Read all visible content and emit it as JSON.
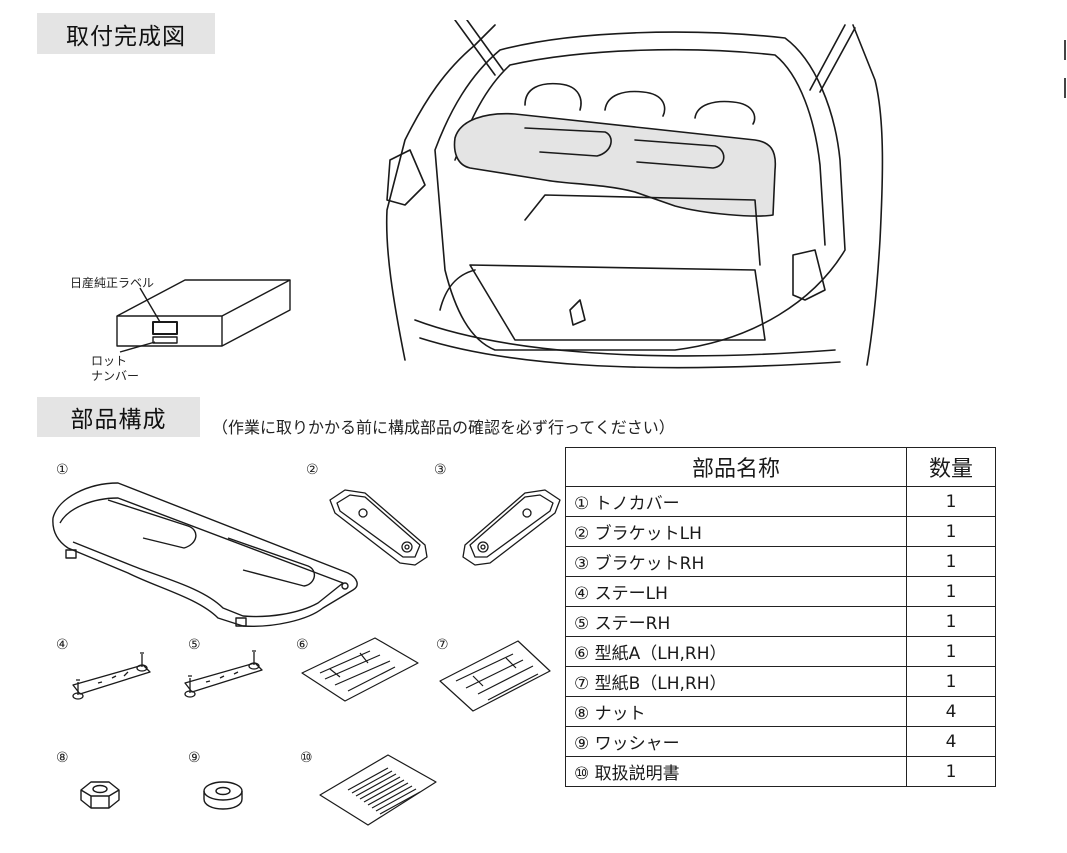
{
  "sections": {
    "install_title": "取付完成図",
    "parts_title": "部品構成",
    "parts_note": "（作業に取りかかる前に構成部品の確認を必ず行ってください）"
  },
  "callouts": {
    "nissan_label": "日産純正ラベル",
    "lot_number_line1": "ロット",
    "lot_number_line2": "ナンバー"
  },
  "part_numbers": [
    "①",
    "②",
    "③",
    "④",
    "⑤",
    "⑥",
    "⑦",
    "⑧",
    "⑨",
    "⑩"
  ],
  "table": {
    "header_name": "部品名称",
    "header_qty": "数量",
    "rows": [
      {
        "name": "① トノカバー",
        "qty": "1"
      },
      {
        "name": "② ブラケットLH",
        "qty": "1"
      },
      {
        "name": "③ ブラケットRH",
        "qty": "1"
      },
      {
        "name": "④ ステーLH",
        "qty": "1"
      },
      {
        "name": "⑤ ステーRH",
        "qty": "1"
      },
      {
        "name": "⑥ 型紙A（LH,RH）",
        "qty": "1"
      },
      {
        "name": "⑦ 型紙B（LH,RH）",
        "qty": "1"
      },
      {
        "name": "⑧ ナット",
        "qty": "4"
      },
      {
        "name": "⑨ ワッシャー",
        "qty": "4"
      },
      {
        "name": "⑩ 取扱説明書",
        "qty": "1"
      }
    ]
  }
}
